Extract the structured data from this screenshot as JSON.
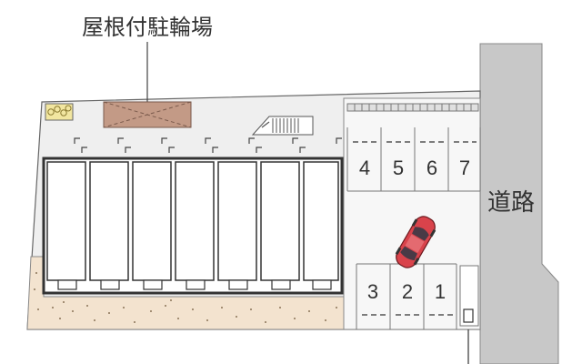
{
  "labels": {
    "bicycle_parking": "屋根付駐輪場",
    "road": "道路"
  },
  "parking_spaces": {
    "upper_row": [
      "4",
      "5",
      "6",
      "7"
    ],
    "lower_row": [
      "3",
      "2",
      "1"
    ]
  },
  "colors": {
    "road": "#c8c8c8",
    "site_ground": "#efefef",
    "gravel_strip": "#f3e3cf",
    "bike_roof": "#c39a86",
    "car_body": "#d9434b",
    "shrub": "#f2e6a0",
    "outline": "#555555"
  },
  "icons": {
    "car": "car-icon",
    "bike_roof": "roof-icon",
    "shrub": "shrub-icon",
    "stairs": "stairs-icon"
  }
}
